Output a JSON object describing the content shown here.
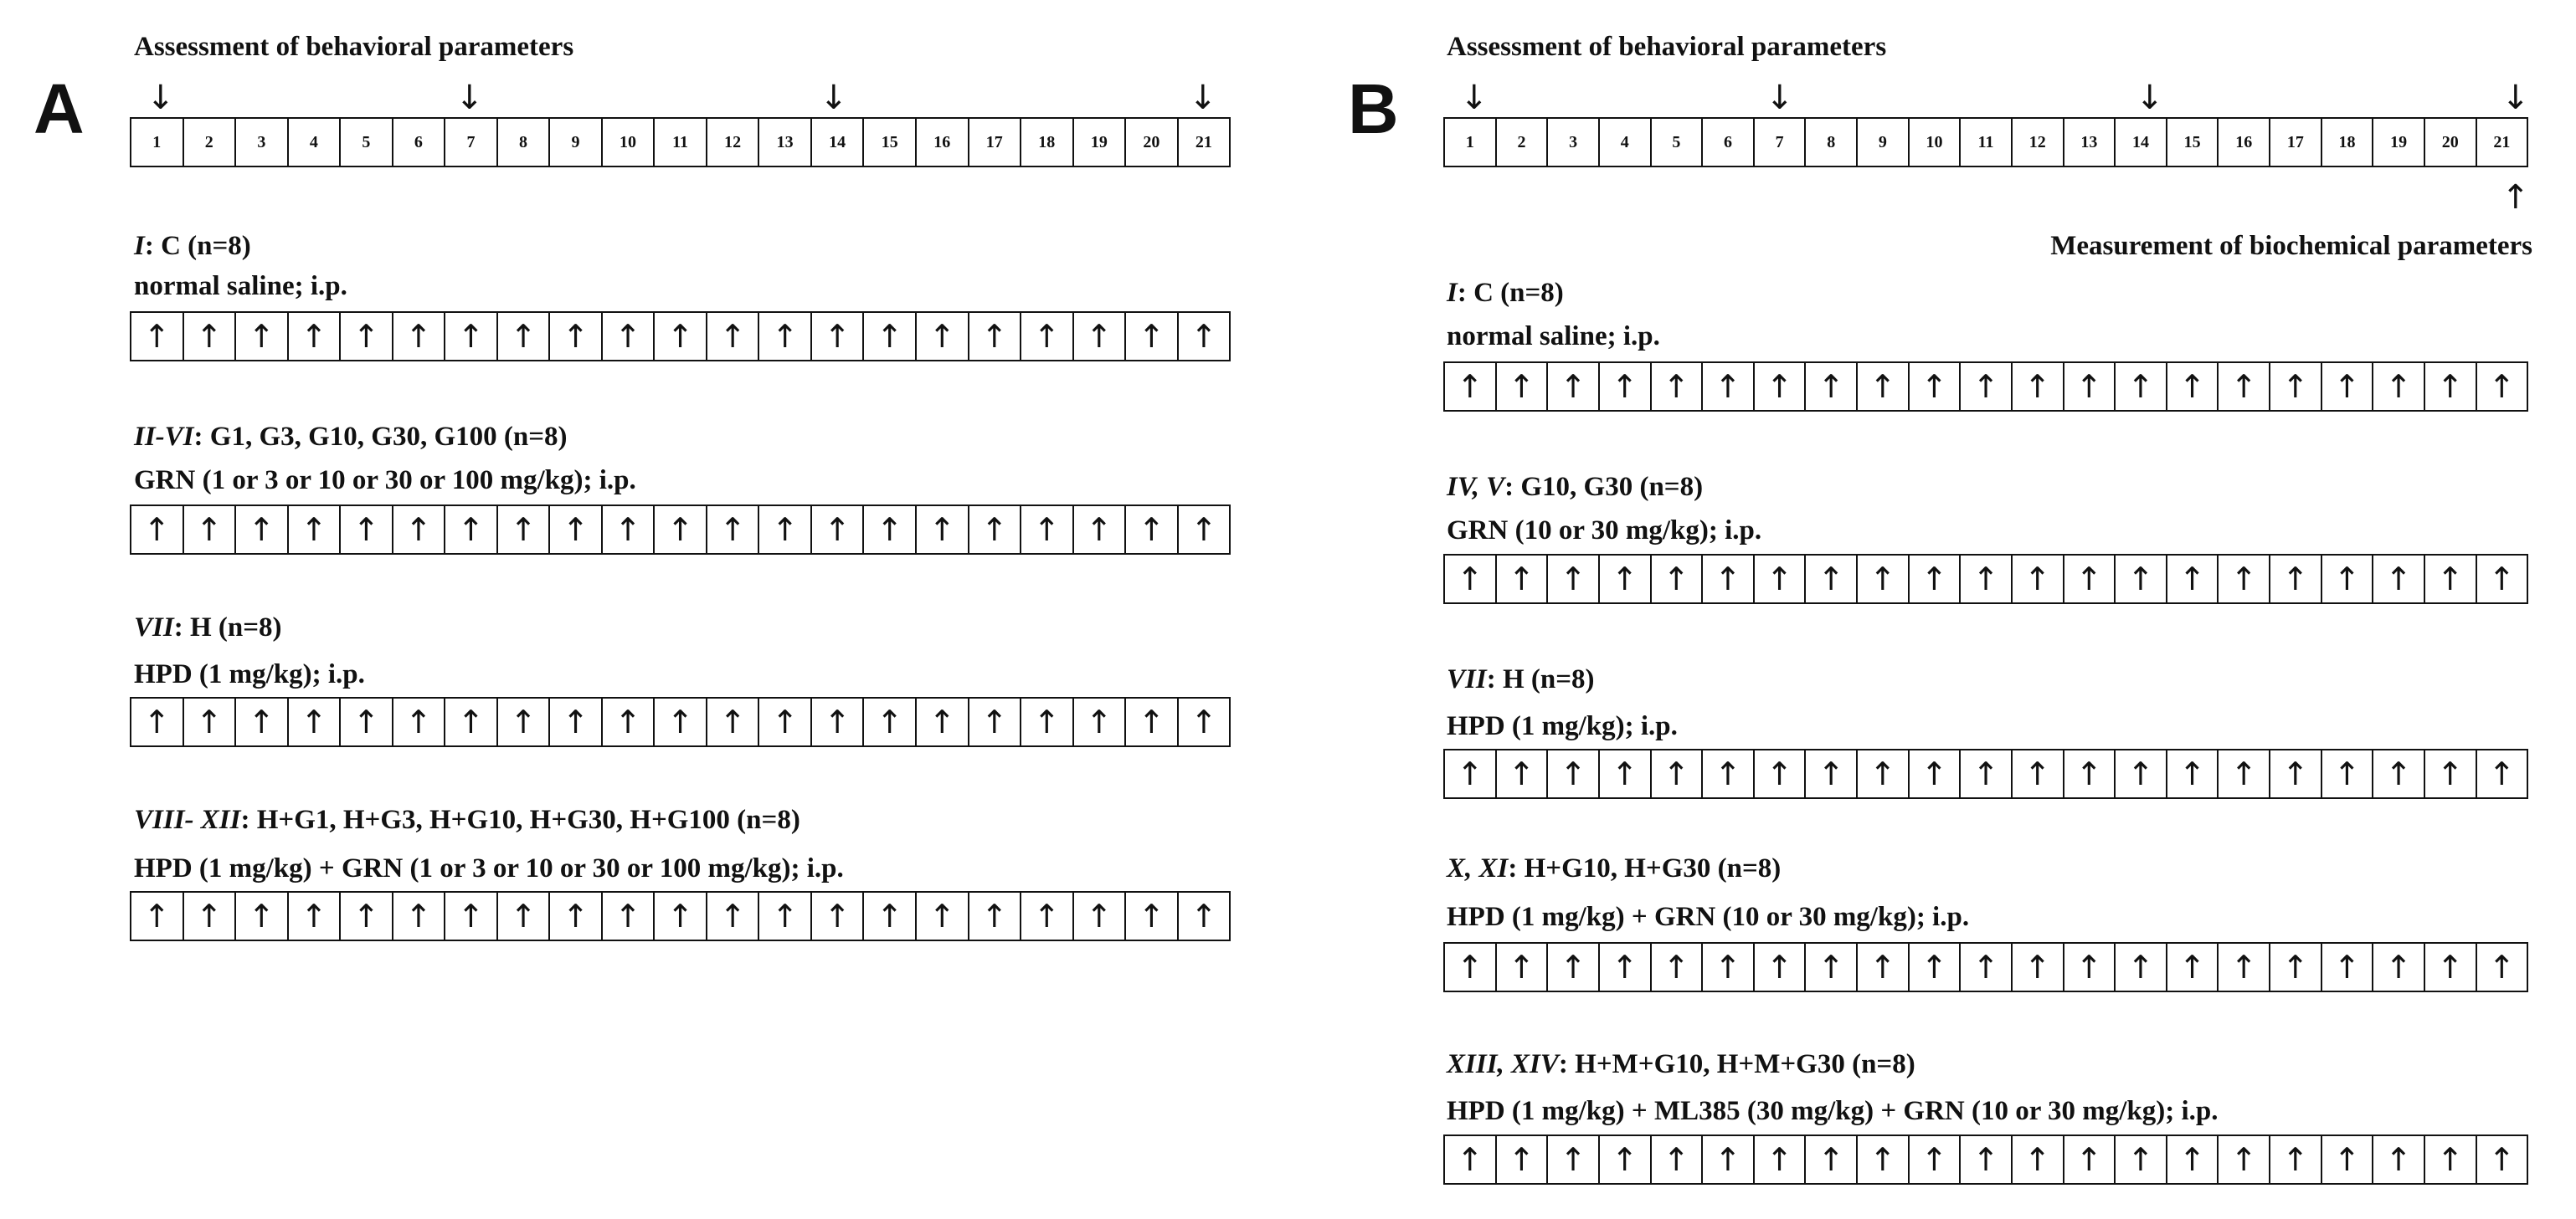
{
  "panels": [
    {
      "letter": "A",
      "assessment_title": "Assessment of behavioral parameters",
      "days": [
        "1",
        "2",
        "3",
        "4",
        "5",
        "6",
        "7",
        "8",
        "9",
        "10",
        "11",
        "12",
        "13",
        "14",
        "15",
        "16",
        "17",
        "18",
        "19",
        "20",
        "21"
      ],
      "assessment_markers": [
        "↓",
        "↓",
        "↓",
        "↓"
      ],
      "biochemical_label": "",
      "groups": [
        {
          "roman": "I",
          "label": ": C (n=8)",
          "treatment": "normal saline; i.p."
        },
        {
          "roman": "II-VI",
          "label": ": G1, G3, G10, G30, G100 (n=8)",
          "treatment": "GRN (1 or 3 or 10 or 30 or 100 mg/kg); i.p."
        },
        {
          "roman": "VII",
          "label": ": H (n=8)",
          "treatment": "HPD (1 mg/kg); i.p."
        },
        {
          "roman": "VIII- XII",
          "label": ": H+G1, H+G3, H+G10, H+G30, H+G100 (n=8)",
          "treatment": "HPD (1 mg/kg) + GRN (1 or 3 or 10 or 30 or 100 mg/kg); i.p."
        }
      ]
    },
    {
      "letter": "B",
      "assessment_title": "Assessment of behavioral parameters",
      "days": [
        "1",
        "2",
        "3",
        "4",
        "5",
        "6",
        "7",
        "8",
        "9",
        "10",
        "11",
        "12",
        "13",
        "14",
        "15",
        "16",
        "17",
        "18",
        "19",
        "20",
        "21"
      ],
      "assessment_markers": [
        "↓",
        "↓",
        "↓",
        "↓"
      ],
      "biochemical_arrow": "↑",
      "biochemical_label": "Measurement of biochemical parameters",
      "groups": [
        {
          "roman": "I",
          "label": ": C (n=8)",
          "treatment": "normal saline; i.p."
        },
        {
          "roman": "IV, V",
          "label": ": G10, G30 (n=8)",
          "treatment": "GRN (10 or 30 mg/kg); i.p."
        },
        {
          "roman": "VII",
          "label": ": H (n=8)",
          "treatment": "HPD (1 mg/kg); i.p."
        },
        {
          "roman": "X, XI",
          "label": ": H+G10, H+G30 (n=8)",
          "treatment": "HPD (1 mg/kg) + GRN (10 or 30 mg/kg); i.p."
        },
        {
          "roman": "XIII, XIV",
          "label": ": H+M+G10, H+M+G30 (n=8)",
          "treatment": "HPD (1 mg/kg) + ML385 (30 mg/kg) + GRN (10 or 30 mg/kg); i.p."
        }
      ]
    }
  ],
  "dose_arrow": "↑"
}
